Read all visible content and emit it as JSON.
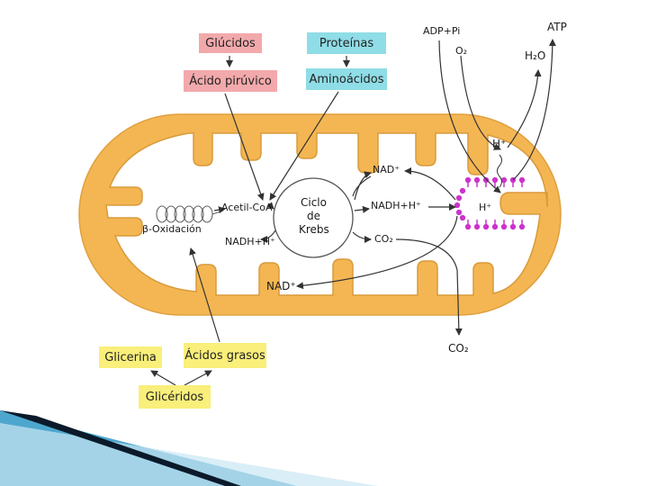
{
  "colors": {
    "membrane": "#f4b653",
    "membrane_edge": "#e0a03e",
    "inner_space": "#ffffff",
    "pink_box": "#f2a9ac",
    "cyan_box": "#8fdde6",
    "yellow_box": "#f9ef7a",
    "atp_synthase": "#cc33cc",
    "arrow": "#333333",
    "footer_dark": "#0b1a2a",
    "footer_blue": "#3a9cc9"
  },
  "boxes": {
    "glucidos": "Glúcidos",
    "acido_piruvico": "Ácido pirúvico",
    "proteinas": "Proteínas",
    "aminoacidos": "Aminoácidos",
    "glicerina": "Glicerina",
    "acidos_grasos": "Ácidos grasos",
    "gliceridos": "Glicéridos"
  },
  "labels": {
    "adp_pi": "ADP+Pi",
    "atp": "ATP",
    "o2": "O₂",
    "h2o": "H₂O",
    "h_plus_top": "H⁺",
    "h_plus_inner": "H⁺",
    "nad_top": "NAD⁺",
    "nadh_right": "NADH+H⁺",
    "co2_inner": "CO₂",
    "co2_bottom": "CO₂",
    "nad_bottom": "NAD⁺",
    "nadh_left": "NADH+H⁺",
    "acetil_coa": "Acetil-CoA",
    "beta_oxidacion": "β-Oxidación",
    "krebs_line1": "Ciclo",
    "krebs_line2": "de",
    "krebs_line3": "Krebs"
  },
  "icons": [
    "atp-synthase-icon",
    "beta-oxidation-coil-icon"
  ]
}
